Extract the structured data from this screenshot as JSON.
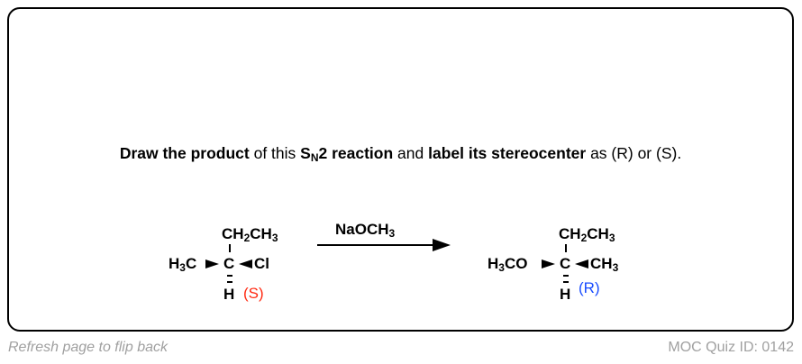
{
  "question": {
    "part1_bold": "Draw the product",
    "part2": " of this ",
    "sn": "S",
    "sn_sub": "N",
    "sn2": "2 reaction",
    "part3": " and ",
    "part4_bold": "label its stereocenter",
    "part5": " as (R) or (S)."
  },
  "reactant": {
    "top": "CH",
    "top_sub": "2",
    "top2": "CH",
    "top_sub2": "3",
    "left": "H",
    "left_sub": "3",
    "left2": "C",
    "center": "C",
    "right": "Cl",
    "bottom": "H",
    "config": "(S)",
    "config_color": "#ff2a12"
  },
  "reagent": {
    "text": "NaOCH",
    "sub": "3"
  },
  "product": {
    "top": "CH",
    "top_sub": "2",
    "top2": "CH",
    "top_sub2": "3",
    "left": "H",
    "left_sub": "3",
    "left2": "CO",
    "center": "C",
    "right": "CH",
    "right_sub": "3",
    "bottom": "H",
    "config": "(R)",
    "config_color": "#1a4dff"
  },
  "footer": {
    "left": "Refresh page to flip back",
    "right": "MOC Quiz ID: 0142"
  }
}
